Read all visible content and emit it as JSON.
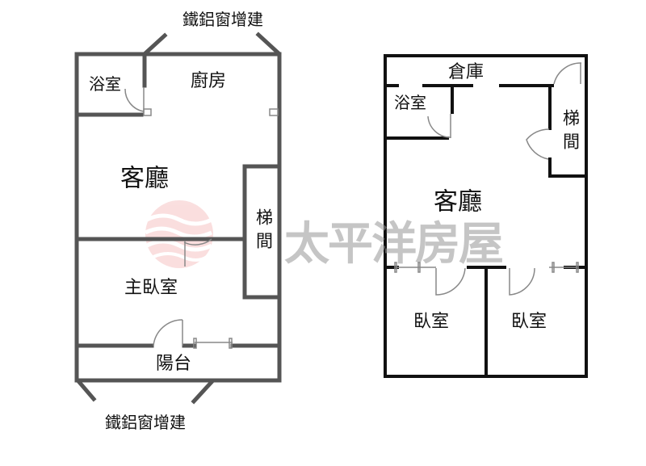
{
  "left_plan": {
    "annex_top": "鐵鋁窗增建",
    "annex_bottom": "鐵鋁窗增建",
    "rooms": {
      "bathroom": "浴室",
      "kitchen": "廚房",
      "living_room": "客廳",
      "stairwell": "梯間",
      "master_bedroom": "主臥室",
      "balcony": "陽台"
    },
    "wall_color": "#555555"
  },
  "right_plan": {
    "rooms": {
      "storage": "倉庫",
      "bathroom": "浴室",
      "stairwell": "梯間",
      "living_room": "客廳",
      "bedroom_1": "臥室",
      "bedroom_2": "臥室"
    },
    "wall_color": "#111111"
  },
  "watermark": {
    "text": "太平洋房屋",
    "logo_color": "#e88080"
  }
}
